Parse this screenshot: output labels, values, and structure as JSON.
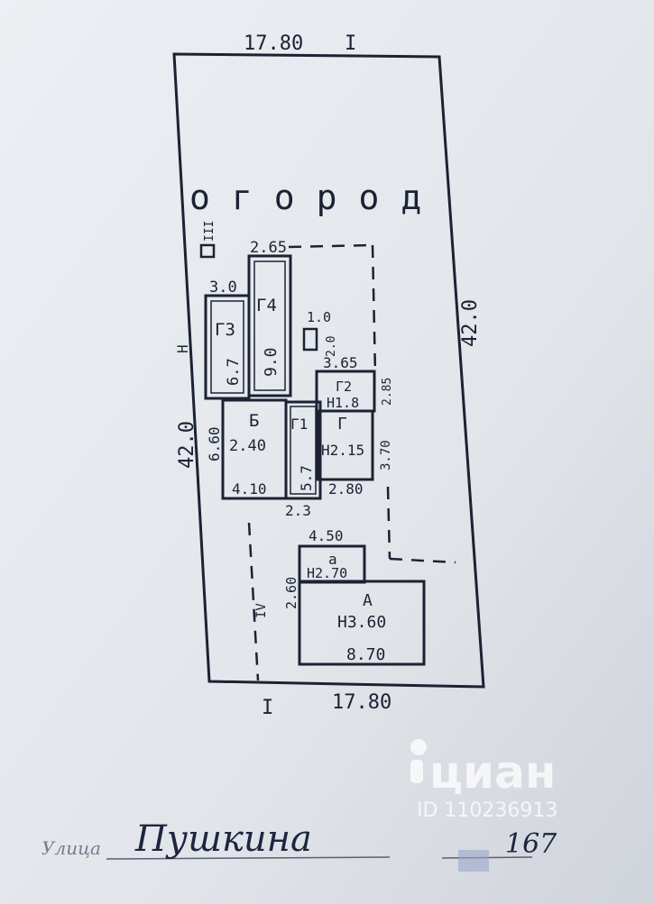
{
  "plot": {
    "top_width": "17.80",
    "top_marker": "I",
    "bottom_width": "17.80",
    "bottom_marker": "I",
    "left_length": "42.0",
    "right_length": "42.0",
    "left_marker": "Н",
    "garden_label": "огород",
    "marker_iii": "III",
    "marker_iv": "IV"
  },
  "buildings": {
    "g4": {
      "letter": "Г4",
      "width": "2.65",
      "length": "9.0"
    },
    "g3": {
      "letter": "Г3",
      "width": "3.0",
      "length": "6.7"
    },
    "g2": {
      "letter": "Г2",
      "width": "3.65",
      "height": "Н1.8",
      "side": "2.85"
    },
    "b": {
      "letter": "Б",
      "height": "2.40",
      "width": "4.10",
      "length": "6.60"
    },
    "g1": {
      "letter": "Г1",
      "width": "2.3",
      "length": "5.7"
    },
    "g": {
      "letter": "Г",
      "height": "Н2.15",
      "width": "2.80",
      "length": "3.70"
    },
    "small": {
      "dim": "1.0",
      "dim2": "2.0"
    },
    "a1": {
      "letter": "а",
      "height": "Н2.70",
      "width": "4.50",
      "length": "2.60"
    },
    "a": {
      "letter": "А",
      "height": "Н3.60",
      "width": "8.70"
    }
  },
  "footer": {
    "street_prefix": "Улица",
    "street_name": "Пушкина",
    "house_number": "167"
  },
  "watermark": {
    "brand": "циан",
    "id": "ID 110236913"
  },
  "colors": {
    "paper": "#e4e7ec",
    "ink": "#1b2233",
    "hand_ink": "#1d2540"
  }
}
